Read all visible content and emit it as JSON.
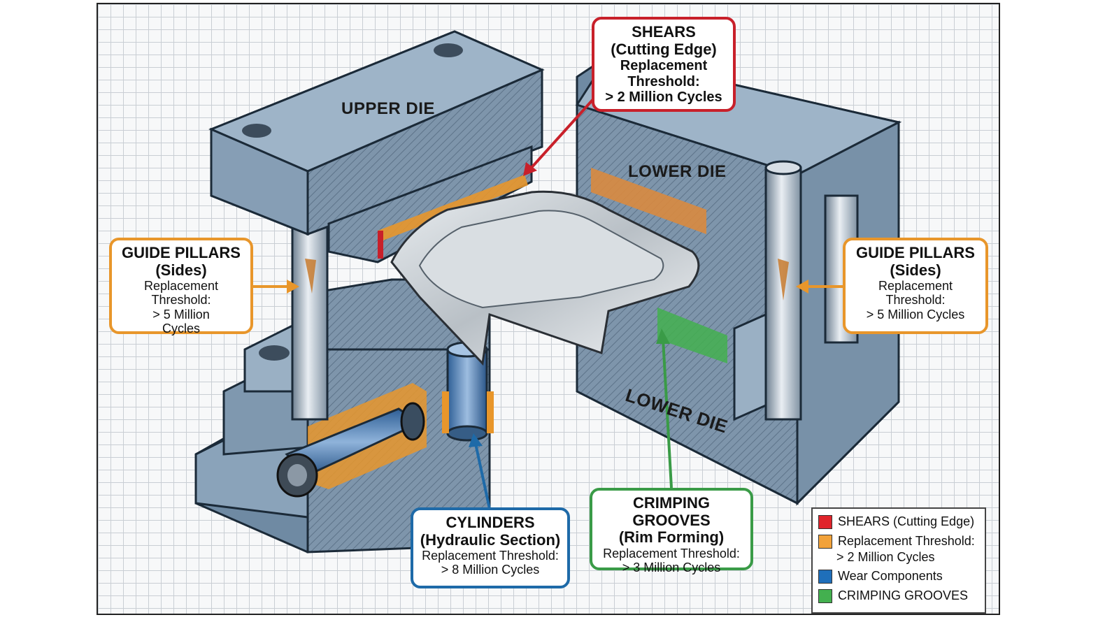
{
  "labels": {
    "upper_die": "UPPER DIE",
    "lower_die_top": "LOWER DIE",
    "lower_die_bottom": "LOWER DIE"
  },
  "callouts": {
    "shears": {
      "title": "SHEARS",
      "sub": "(Cutting Edge)",
      "line1": "Replacement",
      "line2": "Threshold:",
      "line3": "> 2 Million Cycles",
      "color": "#c8202a"
    },
    "guide_left": {
      "title": "GUIDE PILLARS",
      "sub": "(Sides)",
      "line1": "Replacement Threshold:",
      "line2": "> 5 Million",
      "line3": "Cycles",
      "color": "#e8962b"
    },
    "guide_right": {
      "title": "GUIDE PILLARS",
      "sub": "(Sides)",
      "line1": "Replacement Threshold:",
      "line2": "> 5 Million Cycles",
      "color": "#e8962b"
    },
    "cylinders": {
      "title": "CYLINDERS",
      "sub": "(Hydraulic Section)",
      "line1": "Replacement Threshold:",
      "line2": "> 8 Million Cycles",
      "color": "#1e6aa8"
    },
    "crimping": {
      "title": "CRIMPING GROOVES",
      "sub": "(Rim Forming)",
      "line1": "Replacement Threshold:",
      "line2": "> 3 Million Cycles",
      "color": "#3a9b47"
    }
  },
  "legend": {
    "items": [
      {
        "color": "#e0242b",
        "text": "SHEARS (Cutting Edge)"
      },
      {
        "color": "#f2a23a",
        "text": "Replacement Threshold:",
        "text2": "> 2 Million Cycles"
      },
      {
        "color": "#1f6fba",
        "text": "Wear Components"
      },
      {
        "color": "#43b04f",
        "text": "CRIMPING GROOVES"
      }
    ]
  }
}
